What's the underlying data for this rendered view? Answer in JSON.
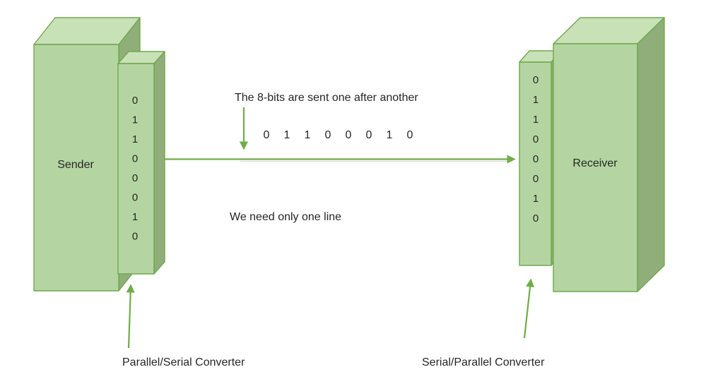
{
  "diagram": {
    "sender": {
      "label": "Sender",
      "bits": [
        "0",
        "1",
        "1",
        "0",
        "0",
        "0",
        "1",
        "0"
      ]
    },
    "receiver": {
      "label": "Receiver",
      "bits": [
        "0",
        "1",
        "1",
        "0",
        "0",
        "0",
        "1",
        "0"
      ]
    },
    "middle": {
      "top_caption": "The 8-bits are sent one after another",
      "serial_bits": [
        "0",
        "1",
        "1",
        "0",
        "0",
        "0",
        "1",
        "0"
      ],
      "bottom_caption": "We need only one line"
    },
    "converters": {
      "left_label": "Parallel/Serial Converter",
      "right_label": "Serial/Parallel Converter"
    }
  },
  "colors": {
    "box_front": "#b4d5a1",
    "box_top": "#c9e1b7",
    "box_side": "#90ae79",
    "box_border": "#6fa84e",
    "arrow_green": "#70ad47",
    "text": "#262626"
  }
}
